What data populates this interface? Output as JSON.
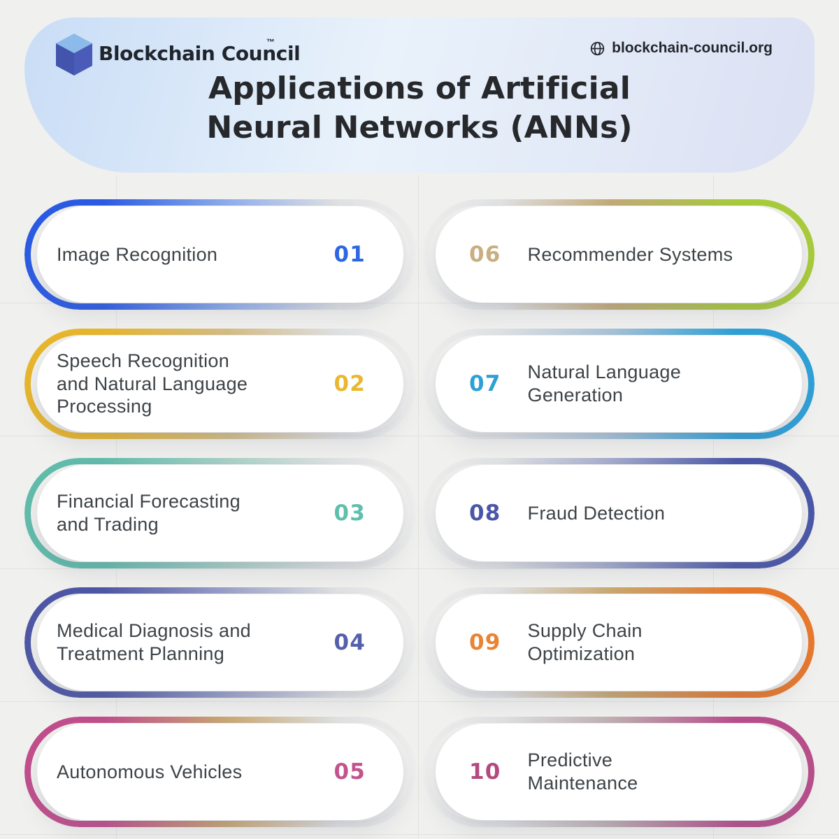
{
  "theme": {
    "pageBg": "#F0F0EE",
    "headerFrom": "#C9DDF6",
    "headerMid": "#E9F2FB",
    "headerTo": "#DBE0F3",
    "titleColor": "#26282C",
    "labelColor": "#3E4347",
    "gridLineColor": "#E2E2E0",
    "cardBg": "#FFFFFF"
  },
  "brand": {
    "name": "Blockchain Council",
    "trademark": "™",
    "website": "blockchain-council.org",
    "logo": {
      "top": "#8CBAEA",
      "left": "#4254AC",
      "right": "#4A5CB8"
    }
  },
  "header": {
    "title_line1": "Applications of Artificial",
    "title_line2": "Neural Networks (ANNs)"
  },
  "cards": [
    {
      "number": "01",
      "label": "Image Recognition",
      "accent": "#2F66E2",
      "border_strong": "#2B5BE4",
      "border_mid": "#8FAEEC"
    },
    {
      "number": "02",
      "label": "Speech Recognition\nand Natural Language\nProcessing",
      "accent": "#E9B830",
      "border_strong": "#E7B62C",
      "border_mid": "#D3BC85"
    },
    {
      "number": "03",
      "label": "Financial Forecasting\nand Trading",
      "accent": "#5FBFAE",
      "border_strong": "#61BCAB",
      "border_mid": "#A8CFC6"
    },
    {
      "number": "04",
      "label": "Medical Diagnosis and\nTreatment Planning",
      "accent": "#5560AC",
      "border_strong": "#4E57A5",
      "border_mid": "#9BA2C8"
    },
    {
      "number": "05",
      "label": "Autonomous Vehicles",
      "accent": "#C4538D",
      "border_strong": "#C14E8C",
      "border_mid": "#C9A873"
    },
    {
      "number": "06",
      "label": "Recommender Systems",
      "accent": "#C9AE80",
      "border_strong": "#A8CB3B",
      "border_mid": "#C3AA78"
    },
    {
      "number": "07",
      "label": "Natural Language\nGeneration",
      "accent": "#2FA0D6",
      "border_strong": "#2FA0D6",
      "border_mid": "#A7C2D6"
    },
    {
      "number": "08",
      "label": "Fraud Detection",
      "accent": "#4A57A8",
      "border_strong": "#4A57A8",
      "border_mid": "#A4ABCC"
    },
    {
      "number": "09",
      "label": "Supply Chain\nOptimization",
      "accent": "#E98432",
      "border_strong": "#E8792C",
      "border_mid": "#C9A871"
    },
    {
      "number": "10",
      "label": "Predictive\nMaintenance",
      "accent": "#B4497F",
      "border_strong": "#B84E8B",
      "border_mid": "#BFB0B2"
    }
  ]
}
